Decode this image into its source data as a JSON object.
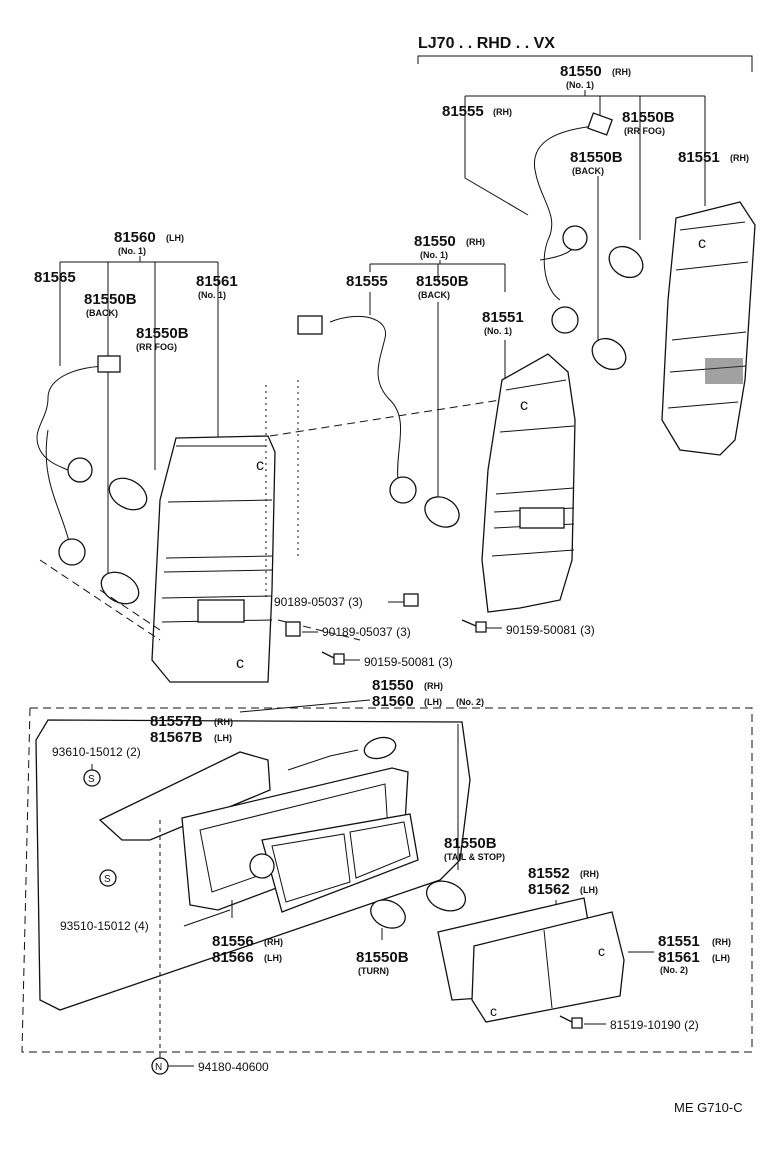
{
  "header": {
    "model": "LJ70 . . RHD . . VX"
  },
  "groups": {
    "rh_no1": {
      "part": "81550",
      "side": "(RH)",
      "note": "(No. 1)"
    },
    "lh_no1": {
      "part": "81560",
      "side": "(LH)",
      "note": "(No. 1)"
    },
    "mid_no1": {
      "part": "81550",
      "side": "(RH)",
      "note": "(No. 1)"
    },
    "no2_a": {
      "part": "81550",
      "side": "(RH)"
    },
    "no2_b": {
      "part": "81560",
      "side": "(LH)",
      "note": "(No. 2)"
    }
  },
  "labels": {
    "rh_81555": {
      "part": "81555",
      "side": "(RH)"
    },
    "rh_81550b_fog": {
      "part": "81550B",
      "note": "(RR FOG)"
    },
    "rh_81550b_back": {
      "part": "81550B",
      "note": "(BACK)"
    },
    "rh_81551": {
      "part": "81551",
      "side": "(RH)"
    },
    "lh_81565": {
      "part": "81565"
    },
    "lh_81550b_back": {
      "part": "81550B",
      "note": "(BACK)"
    },
    "lh_81550b_fog": {
      "part": "81550B",
      "note": "(RR FOG)"
    },
    "lh_81561": {
      "part": "81561",
      "note": "(No. 1)"
    },
    "mid_81555": {
      "part": "81555"
    },
    "mid_81550b_back": {
      "part": "81550B",
      "note": "(BACK)"
    },
    "mid_81551": {
      "part": "81551",
      "note": "(No. 1)"
    },
    "bolt_a": {
      "text": "90189-05037 (3)"
    },
    "bolt_b": {
      "text": "90189-05037 (3)"
    },
    "screw_a": {
      "text": "90159-50081 (3)"
    },
    "screw_b": {
      "text": "90159-50081 (3)"
    },
    "gasket_rh": {
      "part": "81557B",
      "side": "(RH)"
    },
    "gasket_lh": {
      "part": "81567B",
      "side": "(LH)"
    },
    "clip_top": {
      "text": "93610-15012 (2)"
    },
    "clip_bottom": {
      "text": "93510-15012 (4)"
    },
    "bulb_tail": {
      "part": "81550B",
      "note": "(TAIL & STOP)"
    },
    "lens_gasket_rh": {
      "part": "81552",
      "side": "(RH)"
    },
    "lens_gasket_lh": {
      "part": "81562",
      "side": "(LH)"
    },
    "housing_rh": {
      "part": "81556",
      "side": "(RH)"
    },
    "housing_lh": {
      "part": "81566",
      "side": "(LH)"
    },
    "bulb_turn": {
      "part": "81550B",
      "note": "(TURN)"
    },
    "lens_rh": {
      "part": "81551",
      "side": "(RH)"
    },
    "lens_lh": {
      "part": "81561",
      "side": "(LH)",
      "note": "(No. 2)"
    },
    "lens_screw": {
      "text": "81519-10190 (2)"
    },
    "nut": {
      "text": "94180-40600"
    },
    "symbol_s": "S",
    "symbol_n": "N"
  },
  "footer": {
    "code": "ME  G710-C"
  }
}
